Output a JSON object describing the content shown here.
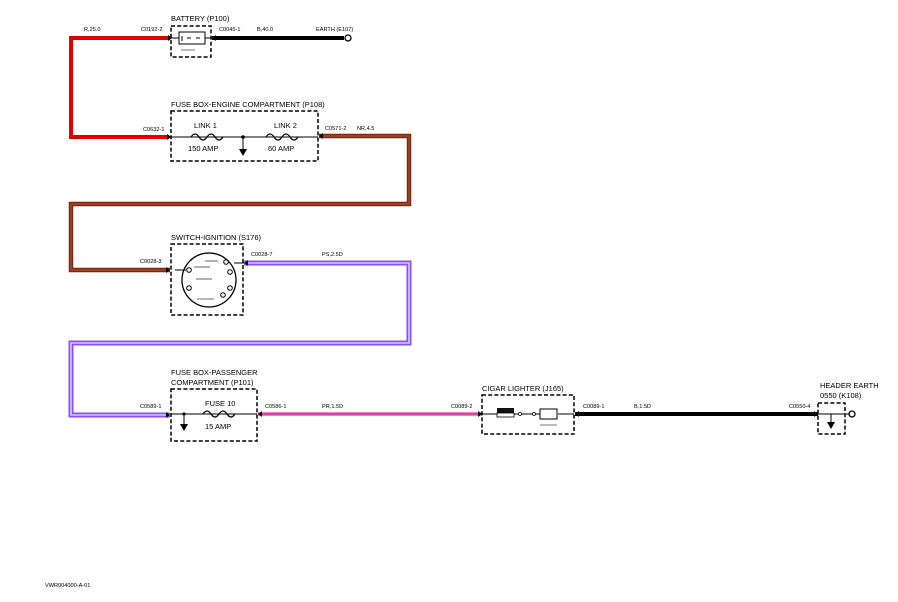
{
  "components": {
    "battery": {
      "label": "BATTERY (P100)"
    },
    "fusebox_engine": {
      "label": "FUSE BOX-ENGINE COMPARTMENT (P108)",
      "link1": "LINK 1",
      "link1_rating": "150 AMP",
      "link2": "LINK 2",
      "link2_rating": "60 AMP"
    },
    "ignition": {
      "label": "SWITCH-IGNITION (S176)"
    },
    "fusebox_pass": {
      "label_line1": "FUSE BOX-PASSENGER",
      "label_line2": "COMPARTMENT (P101)",
      "fuse": "FUSE 10",
      "fuse_rating": "15 AMP"
    },
    "cigar": {
      "label": "CIGAR LIGHTER (J165)"
    },
    "header_earth": {
      "label_line1": "HEADER EARTH",
      "label_line2": "0550 (K108)"
    },
    "earth_e107": {
      "label": "EARTH (E107)"
    }
  },
  "connectors": {
    "c0192_2": "C0192-2",
    "c0045_1": "C0045-1",
    "c0632_1": "C0632-1",
    "c0571_2": "C0571-2",
    "c0028_3": "C0028-3",
    "c0028_7": "C0028-7",
    "c0589_1": "C0589-1",
    "c0586_1": "C0586-1",
    "c0089_2": "C0089-2",
    "c0089_1": "C0089-1",
    "c0550_4": "C0550-4"
  },
  "wires": {
    "red": {
      "label": "R,25.0",
      "color": "#e00000"
    },
    "black1": {
      "label": "B,40.0",
      "color": "#000000"
    },
    "brown": {
      "label": "NR,4.5",
      "color": "#8b2500"
    },
    "purple": {
      "label": "PS,2.5D",
      "color": "#9a5cf0"
    },
    "pink": {
      "label": "PR,1.5D",
      "color": "#c8107a"
    },
    "black2": {
      "label": "B,1.5D",
      "color": "#000000"
    }
  },
  "footer": {
    "code": "VWR004000-A-01"
  }
}
